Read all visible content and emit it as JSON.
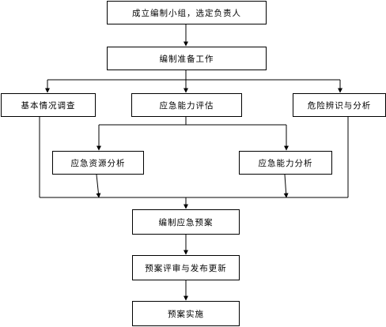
{
  "nodes": {
    "form_group": "成立编制小组，选定负责人",
    "prep_work": "编制准备工作",
    "basic_survey": "基本情况调查",
    "capability_eval": "应急能力评估",
    "hazard_id": "危险辨识与分析",
    "resource_analysis": "应急资源分析",
    "capability_analysis": "应急能力分析",
    "write_plan": "编制应急预案",
    "review_publish": "预案评审与发布更新",
    "implement": "预案实施"
  },
  "colors": {
    "line": "#000000",
    "box_border": "#000000",
    "background": "#ffffff"
  }
}
